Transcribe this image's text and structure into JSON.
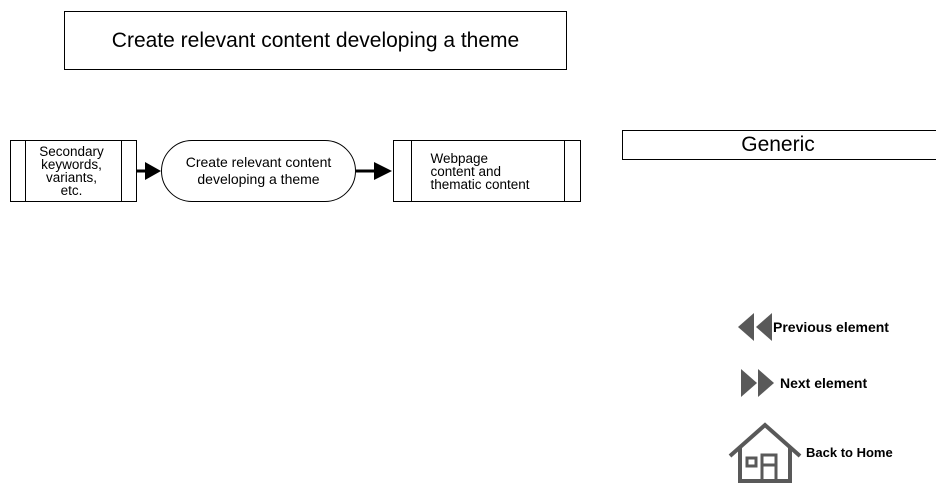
{
  "title": "Create relevant content developing a theme",
  "diagram": {
    "input_box": "Secondary\nkeywords,\nvariants,\netc.",
    "process_box": "Create relevant content\ndeveloping a theme",
    "output_box": "Webpage\ncontent and\nthematic  content"
  },
  "generic_label": "Generic",
  "nav": {
    "previous_label": "Previous element",
    "next_label": "Next element",
    "home_label": "Back to Home"
  },
  "colors": {
    "arrow": "#000000",
    "nav_icon": "#595959"
  }
}
